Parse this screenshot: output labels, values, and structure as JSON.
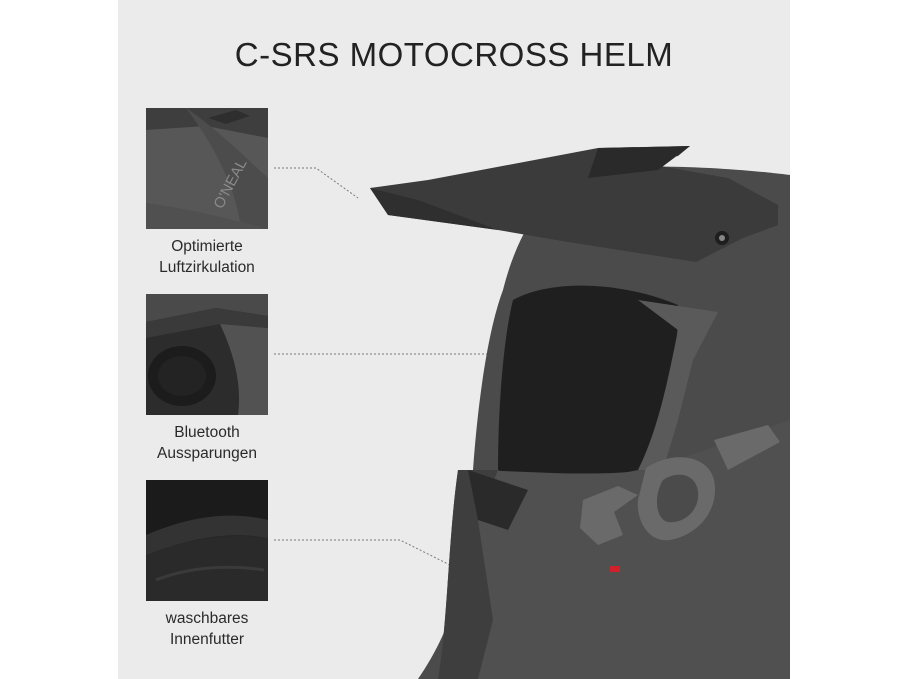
{
  "title": "C-SRS MOTOCROSS HELM",
  "features": [
    {
      "line1": "Optimierte",
      "line2": "Luftzirkulation",
      "thumb_icon": "visor-closeup-icon",
      "logo_text": "O'NEAL"
    },
    {
      "line1": "Bluetooth",
      "line2": "Aussparungen",
      "thumb_icon": "ear-pocket-closeup-icon"
    },
    {
      "line1": "waschbares",
      "line2": "Innenfutter",
      "thumb_icon": "liner-closeup-icon"
    }
  ],
  "colors": {
    "background": "#ebebeb",
    "helmet_shell": "#4a4a4a",
    "helmet_dark": "#2b2b2b",
    "logo_grey": "#6a6a6a",
    "accent_red": "#d0202a"
  }
}
